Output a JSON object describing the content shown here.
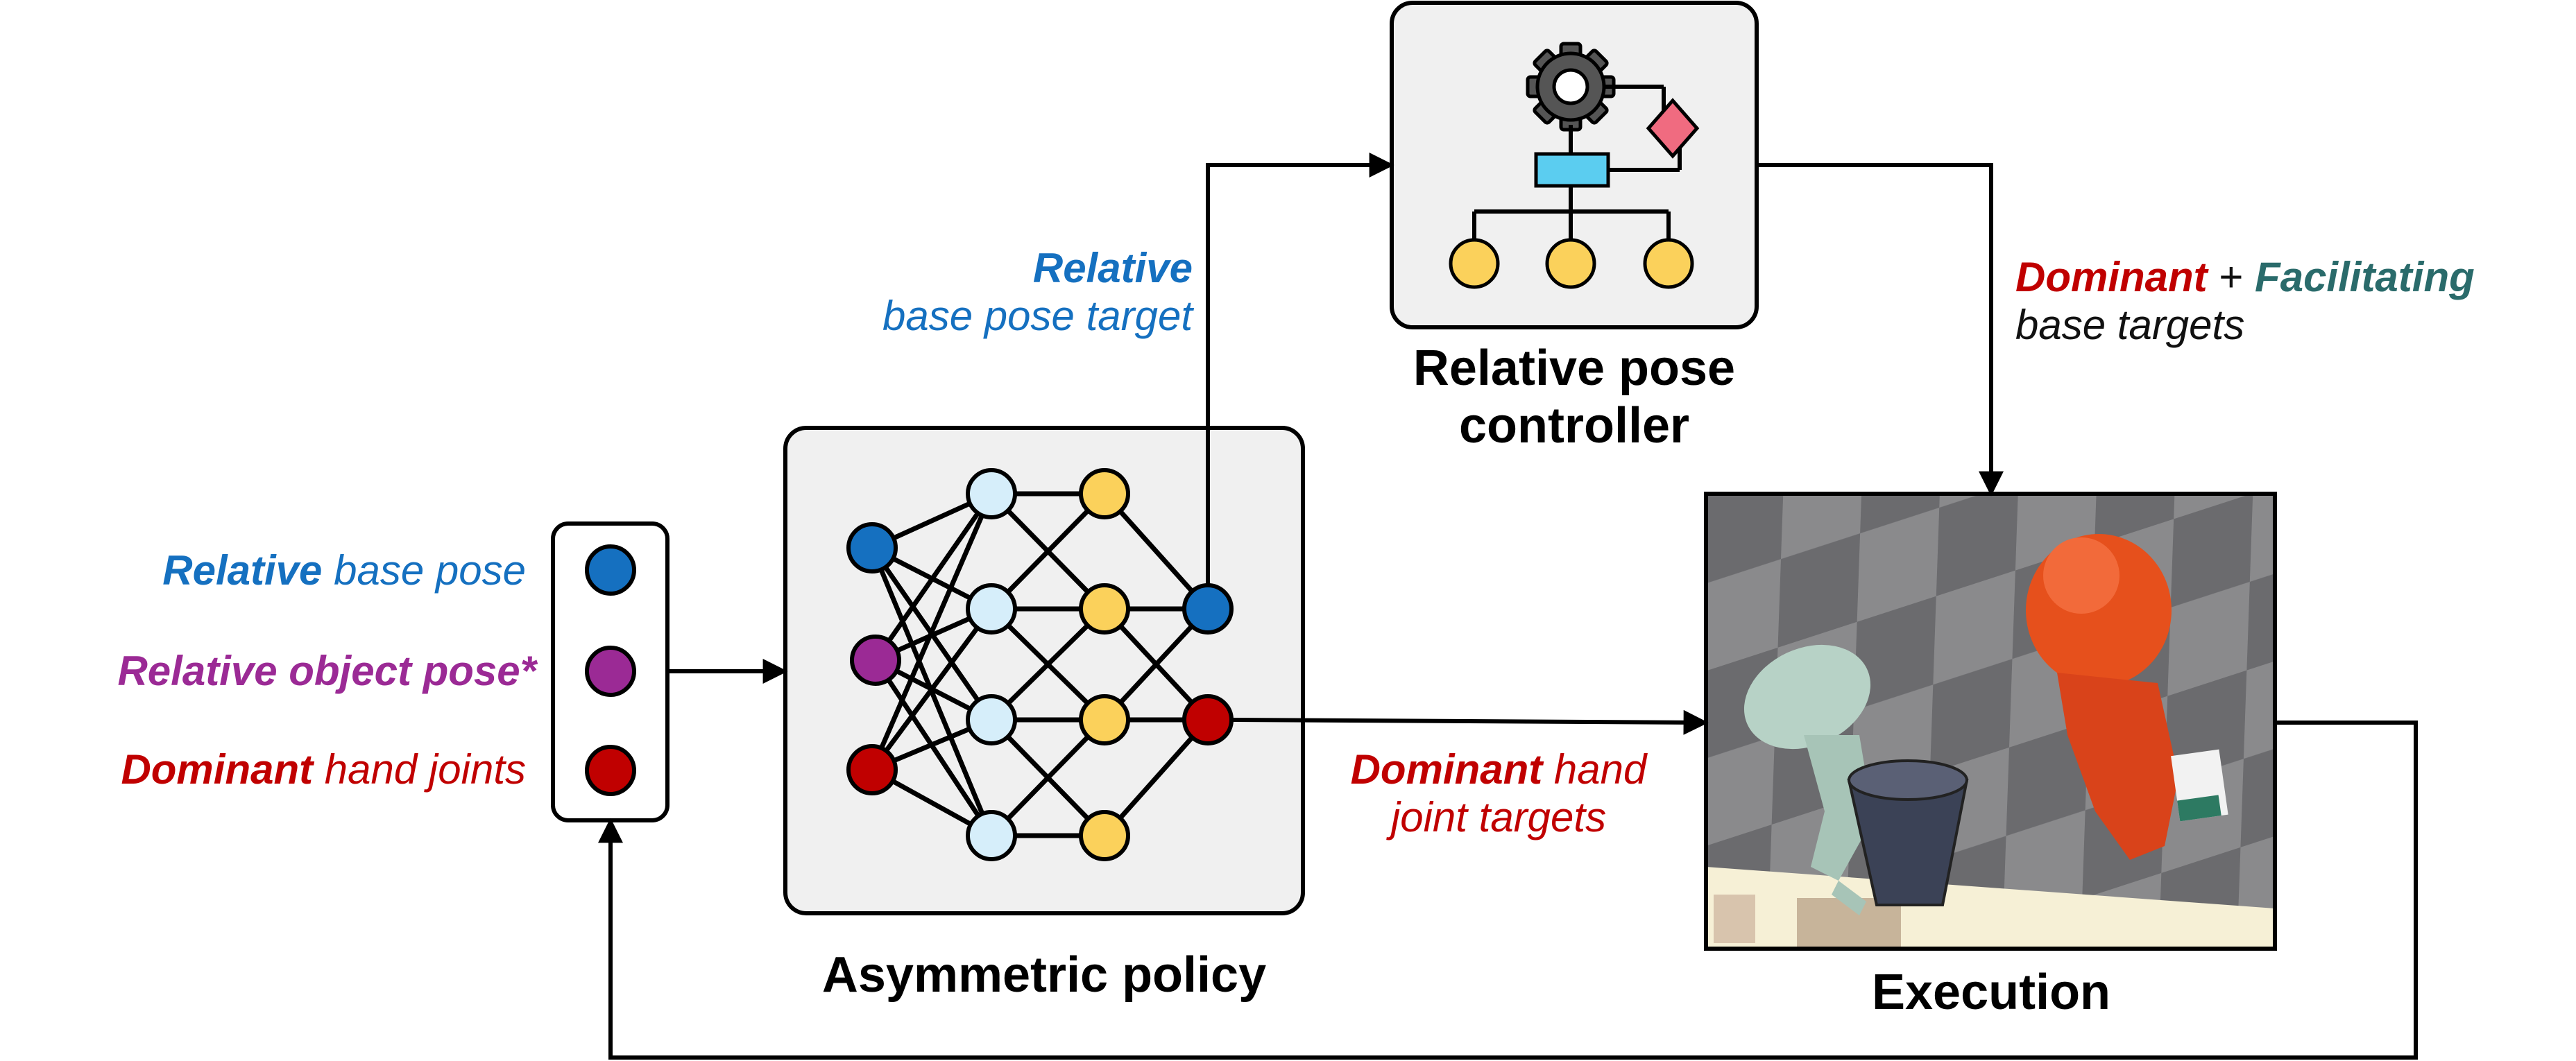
{
  "colors": {
    "relative": "#1570c0",
    "object": "#9b2a95",
    "dominant": "#c00000",
    "facilitating": "#2a6b6b",
    "hidden_light": "#d6eefa",
    "hidden_yellow": "#fbd15b",
    "box_fill": "#f0f0f0"
  },
  "inputs": {
    "relative_base_pose": {
      "bold": "Relative",
      "rest": " base pose"
    },
    "relative_object_pose": {
      "bold": "Relative object pose*"
    },
    "dominant_hand_joints": {
      "bold": "Dominant",
      "rest": " hand joints"
    }
  },
  "policy": {
    "title": "Asymmetric policy"
  },
  "controller": {
    "title_line1": "Relative pose",
    "title_line2": "controller"
  },
  "execution": {
    "title": "Execution"
  },
  "arrows": {
    "base_pose_target": {
      "bold": "Relative",
      "rest": "base pose target"
    },
    "base_targets": {
      "dominant": "Dominant",
      "plus": " + ",
      "facilitating": "Facilitating",
      "rest": "base targets"
    },
    "hand_joint_targets": {
      "bold": "Dominant",
      "rest1": " hand",
      "rest2": "joint targets"
    }
  }
}
